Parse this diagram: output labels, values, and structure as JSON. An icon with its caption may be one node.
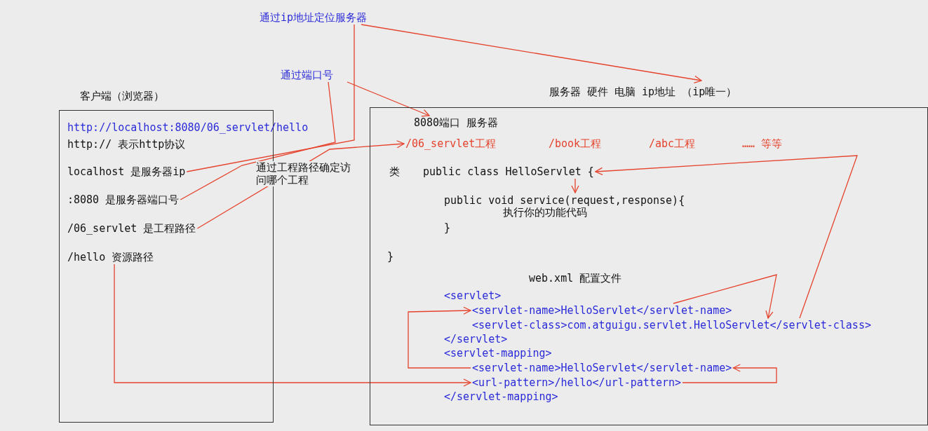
{
  "diagram": {
    "nodes": [
      {
        "text": [
          "客户端（浏览器）"
        ]
      },
      {
        "text": [
          "http://localhost:8080/06_servlet/hello"
        ],
        "in": 0
      },
      {
        "text": [
          "http:// 表示http协议"
        ],
        "in": 0
      },
      {
        "text": [
          "localhost 是服务器ip"
        ],
        "in": 0
      },
      {
        "text": [
          ":8080 是服务器端口号"
        ],
        "in": 0
      },
      {
        "text": [
          "/06_servlet 是工程路径"
        ],
        "in": 0
      },
      {
        "text": [
          "/hello  资源路径"
        ],
        "in": 0
      },
      {
        "text": [
          "通过ip地址定位服务器"
        ]
      },
      {
        "text": [
          "通过端口号"
        ]
      },
      {
        "text": [
          "服务器 硬件 电脑  ip地址 （ip唯一）"
        ]
      },
      {
        "text": [
          "8080端口 服务器"
        ],
        "in": 9
      },
      {
        "text": [
          "/06_servlet工程"
        ],
        "in": 9
      },
      {
        "text": [
          "/book工程"
        ],
        "in": 9
      },
      {
        "text": [
          "/abc工程"
        ],
        "in": 9
      },
      {
        "text": [
          "…… 等等"
        ],
        "in": 9
      },
      {
        "text": [
          "public class HelloServlet {"
        ],
        "beside": [
          "类"
        ],
        "in": 9
      },
      {
        "text": [
          "public void service(request,response){",
          "执行你的功能代码",
          "}"
        ],
        "in": 9
      },
      {
        "text": [
          "<servlet-name>HelloServlet</servlet-name>"
        ],
        "in": 9
      },
      {
        "text": [
          "<servlet-class>com.atguigu.servlet.HelloServlet</servlet-class>"
        ],
        "in": 9
      },
      {
        "text": [
          "<servlet-name>HelloServlet</servlet-name>"
        ],
        "in": 9
      },
      {
        "text": [
          "<url-pattern>/hello</url-pattern>"
        ],
        "in": 9
      }
    ],
    "edges": [
      {
        "from": 3,
        "to": 7,
        "arrow": "none"
      },
      {
        "from": 7,
        "to": 9,
        "arrow": "to"
      },
      {
        "from": 4,
        "to": 8,
        "arrow": "none"
      },
      {
        "from": 8,
        "to": 10,
        "arrow": "to"
      },
      {
        "from": 5,
        "to": 11,
        "arrow": "to",
        "label": "通过工程路径确定访问哪个工程"
      },
      {
        "from": 18,
        "to": 15,
        "arrow": "to"
      },
      {
        "from": 15,
        "to": 16,
        "arrow": "to"
      },
      {
        "from": 17,
        "to": 18,
        "arrow": "to"
      },
      {
        "from": 20,
        "to": 19,
        "arrow": "to"
      },
      {
        "from": 19,
        "to": 17,
        "arrow": "to"
      },
      {
        "from": 6,
        "to": 20,
        "arrow": "to"
      }
    ],
    "labels": [
      "}",
      "web.xml 配置文件",
      "<servlet>",
      "</servlet>",
      "<servlet-mapping>",
      "</servlet-mapping>"
    ]
  }
}
